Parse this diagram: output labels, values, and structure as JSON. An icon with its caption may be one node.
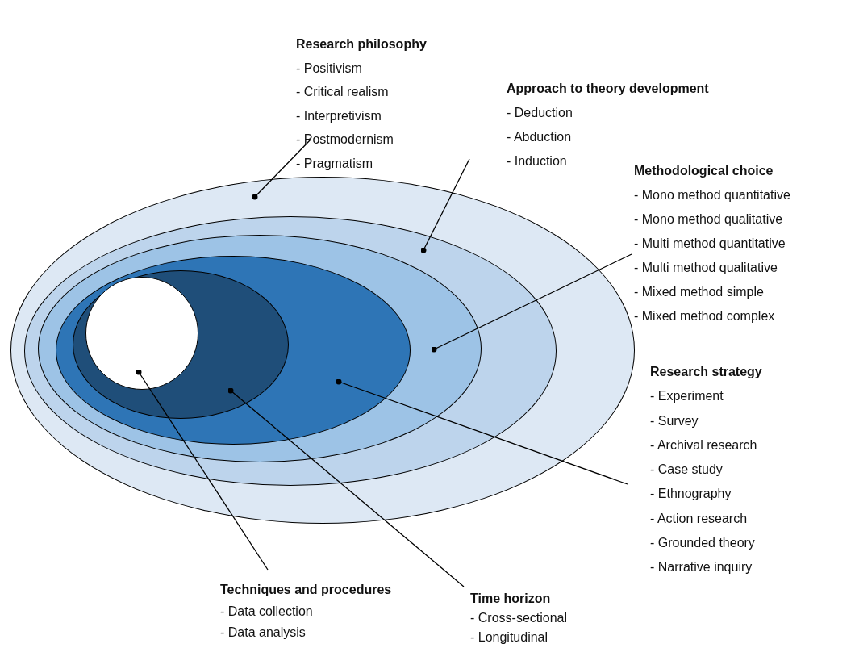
{
  "diagram": {
    "nodes": [
      {
        "text": [
          "Research philosophy",
          "- Positivism",
          "- Critical realism",
          "- Interpretivism",
          "- Postmodernism",
          "- Pragmatism"
        ]
      },
      {
        "text": [
          "Approach to theory development",
          "- Deduction",
          "- Abduction",
          "- Induction"
        ]
      },
      {
        "text": [
          "Methodological choice",
          "- Mono method quantitative",
          "- Mono method qualitative",
          "- Multi method quantitative",
          "- Multi method qualitative",
          "- Mixed method simple",
          "- Mixed method complex"
        ]
      },
      {
        "text": [
          "Research strategy",
          "- Experiment",
          "- Survey",
          "- Archival research",
          "- Case study",
          "- Ethnography",
          "- Action research",
          "- Grounded theory",
          "- Narrative inquiry"
        ]
      },
      {
        "text": [
          "Time horizon",
          "- Cross-sectional",
          "- Longitudinal"
        ]
      },
      {
        "text": [
          "Techniques and procedures",
          "- Data collection",
          "- Data analysis"
        ]
      },
      {
        "text": [],
        "shape": "ellipse"
      },
      {
        "text": [],
        "shape": "ellipse",
        "in": 6
      },
      {
        "text": [],
        "shape": "ellipse",
        "in": 7
      },
      {
        "text": [],
        "shape": "ellipse",
        "in": 8
      },
      {
        "text": [],
        "shape": "ellipse",
        "in": 9
      },
      {
        "text": [],
        "shape": "circle",
        "in": 10
      }
    ],
    "edges": [
      {
        "from": 0,
        "to": 6,
        "arrow": "other"
      },
      {
        "from": 1,
        "to": 7,
        "arrow": "other"
      },
      {
        "from": 2,
        "to": 8,
        "arrow": "other"
      },
      {
        "from": 3,
        "to": 9,
        "arrow": "other"
      },
      {
        "from": 4,
        "to": 10,
        "arrow": "other"
      },
      {
        "from": 5,
        "to": 11,
        "arrow": "other"
      }
    ]
  }
}
